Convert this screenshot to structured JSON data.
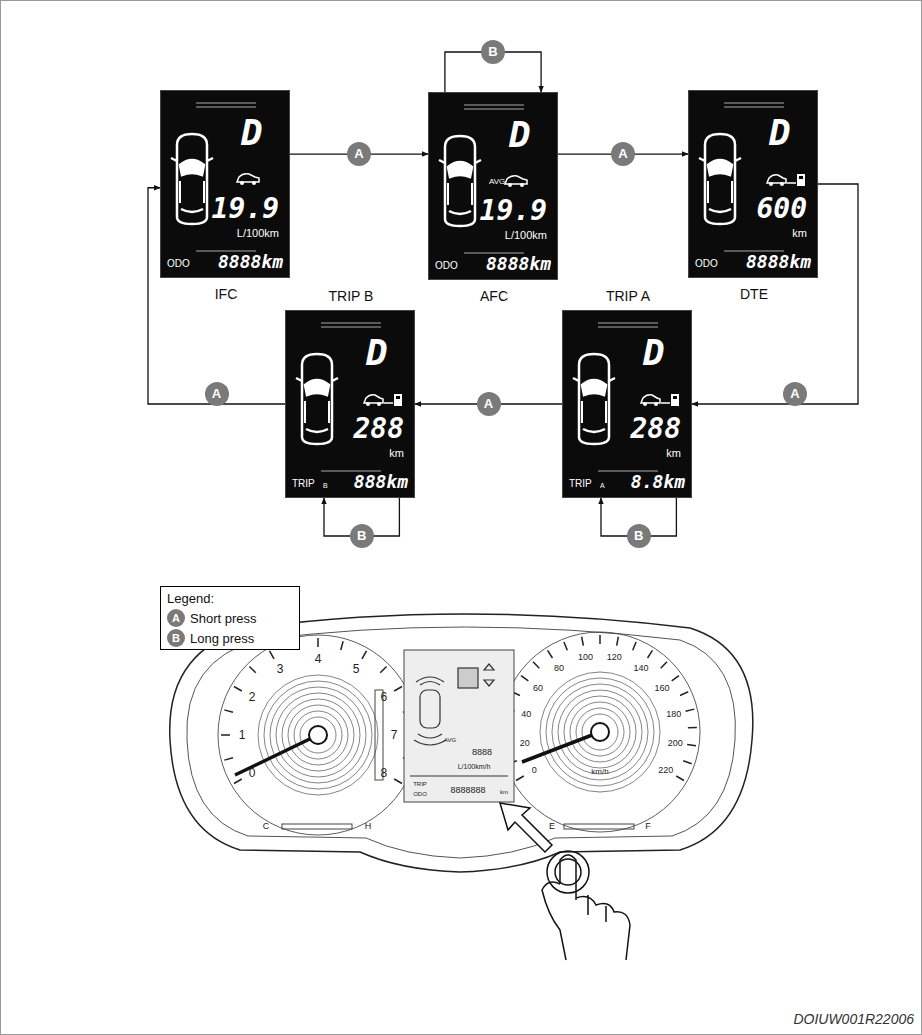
{
  "diagram": {
    "caption": "DOIUW001R22006",
    "nodes": [
      {
        "text": [
          "IFC",
          "D",
          "19.9",
          "L/100km",
          "ODO",
          "8888km"
        ]
      },
      {
        "text": [
          "AFC",
          "D",
          "AVG",
          "19.9",
          "L/100km",
          "ODO",
          "8888km"
        ]
      },
      {
        "text": [
          "DTE",
          "D",
          "600",
          "km",
          "ODO",
          "8888km"
        ]
      },
      {
        "text": [
          "TRIP B",
          "D",
          "288",
          "km",
          "TRIP",
          "B",
          "888km"
        ]
      },
      {
        "text": [
          "TRIP A",
          "D",
          "288",
          "km",
          "TRIP",
          "A",
          "8.8km"
        ]
      }
    ],
    "edges": [
      {
        "from": 0,
        "to": 1,
        "label": "A",
        "arrow": "to"
      },
      {
        "from": 1,
        "to": 1,
        "label": "B",
        "arrow": "to"
      },
      {
        "from": 1,
        "to": 2,
        "label": "A",
        "arrow": "to"
      },
      {
        "from": 2,
        "to": 4,
        "label": "A",
        "arrow": "to"
      },
      {
        "from": 4,
        "to": 3,
        "label": "A",
        "arrow": "to"
      },
      {
        "from": 4,
        "to": 4,
        "label": "B",
        "arrow": "to"
      },
      {
        "from": 3,
        "to": 0,
        "label": "A",
        "arrow": "to"
      },
      {
        "from": 3,
        "to": 3,
        "label": "B",
        "arrow": "to"
      }
    ],
    "labels": [
      "Legend:",
      "A",
      "B",
      "0",
      "1",
      "2",
      "3",
      "4",
      "5",
      "6",
      "7",
      "8",
      "C",
      "H",
      "0",
      "20",
      "40",
      "60",
      "80",
      "100",
      "120",
      "140",
      "160",
      "180",
      "200",
      "220",
      "km/h",
      "E",
      "F",
      "AVG",
      "8888",
      "L/100km/h",
      "TRIP",
      "ODO",
      "8888888",
      "km"
    ],
    "legend": [
      {
        "text": "Short press"
      },
      {
        "text": "Long press"
      }
    ]
  }
}
